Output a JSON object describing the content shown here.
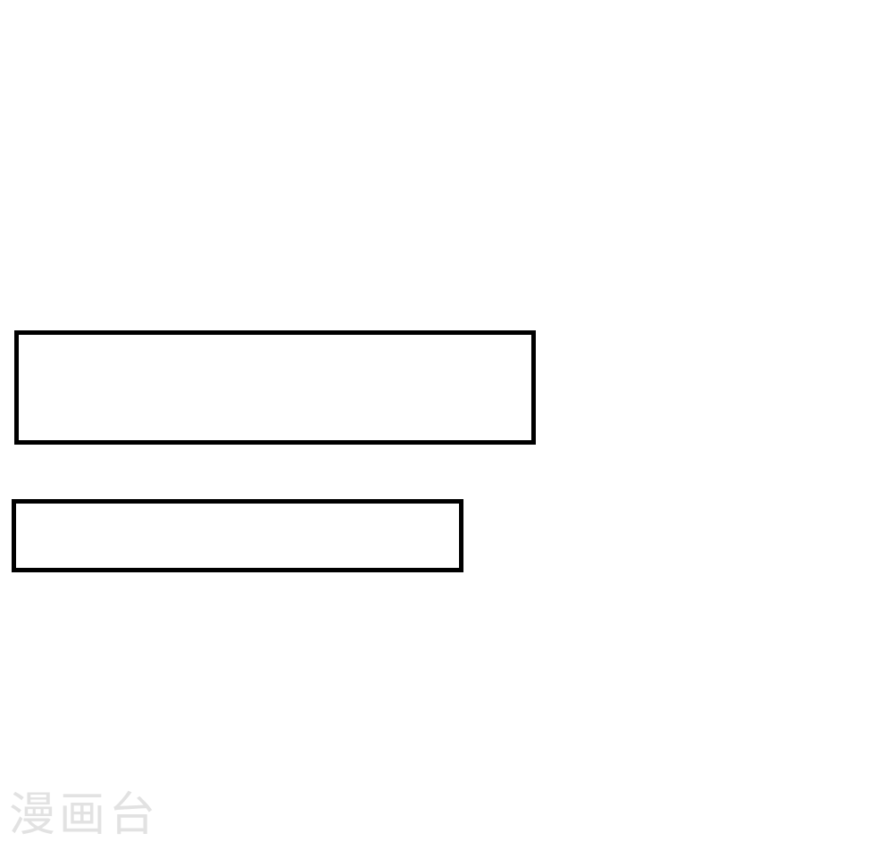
{
  "page": {
    "background_color": "#ffffff"
  },
  "panels": [
    {
      "id": "box-1",
      "text": "",
      "border_color": "#000000"
    },
    {
      "id": "box-2",
      "text": "",
      "border_color": "#000000"
    }
  ],
  "watermark": {
    "text": "漫画台",
    "color": "#e2e2e2"
  }
}
